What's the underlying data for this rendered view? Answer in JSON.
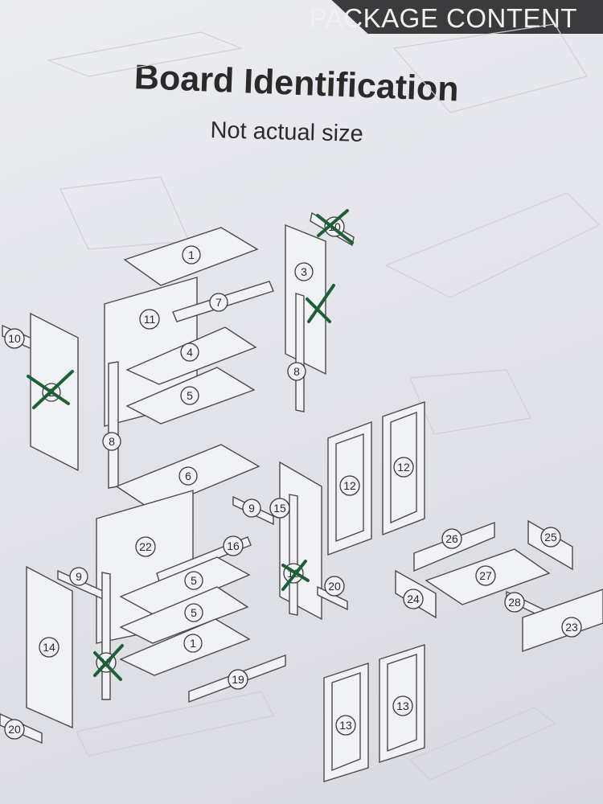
{
  "header": {
    "section_label": "PACKAGE CONTENT",
    "title": "Board Identification",
    "subtitle": "Not actual size"
  },
  "parts": [
    {
      "id": "p1a",
      "label": "1"
    },
    {
      "id": "p1b",
      "label": "1"
    },
    {
      "id": "p2",
      "label": "2",
      "crossed": true
    },
    {
      "id": "p3",
      "label": "3"
    },
    {
      "id": "p4",
      "label": "4"
    },
    {
      "id": "p5a",
      "label": "5"
    },
    {
      "id": "p5b",
      "label": "5"
    },
    {
      "id": "p5c",
      "label": "5"
    },
    {
      "id": "p6",
      "label": "6"
    },
    {
      "id": "p7",
      "label": "7"
    },
    {
      "id": "p8a",
      "label": "8"
    },
    {
      "id": "p8b",
      "label": "8"
    },
    {
      "id": "p9a",
      "label": "9"
    },
    {
      "id": "p9b",
      "label": "9"
    },
    {
      "id": "p10a",
      "label": "10"
    },
    {
      "id": "p10b",
      "label": "10",
      "crossed": true
    },
    {
      "id": "p11",
      "label": "11"
    },
    {
      "id": "p12a",
      "label": "12"
    },
    {
      "id": "p12b",
      "label": "12"
    },
    {
      "id": "p13a",
      "label": "13"
    },
    {
      "id": "p13b",
      "label": "13"
    },
    {
      "id": "p14",
      "label": "14"
    },
    {
      "id": "p15",
      "label": "15"
    },
    {
      "id": "p16",
      "label": "16"
    },
    {
      "id": "p17",
      "label": "17",
      "crossed": true
    },
    {
      "id": "p18",
      "label": "18",
      "crossed": true
    },
    {
      "id": "p19",
      "label": "19"
    },
    {
      "id": "p20a",
      "label": "20"
    },
    {
      "id": "p20b",
      "label": "20"
    },
    {
      "id": "p22",
      "label": "22"
    },
    {
      "id": "p23",
      "label": "23"
    },
    {
      "id": "p24",
      "label": "24"
    },
    {
      "id": "p25",
      "label": "25"
    },
    {
      "id": "p26",
      "label": "26"
    },
    {
      "id": "p27",
      "label": "27"
    },
    {
      "id": "p28",
      "label": "28"
    }
  ]
}
